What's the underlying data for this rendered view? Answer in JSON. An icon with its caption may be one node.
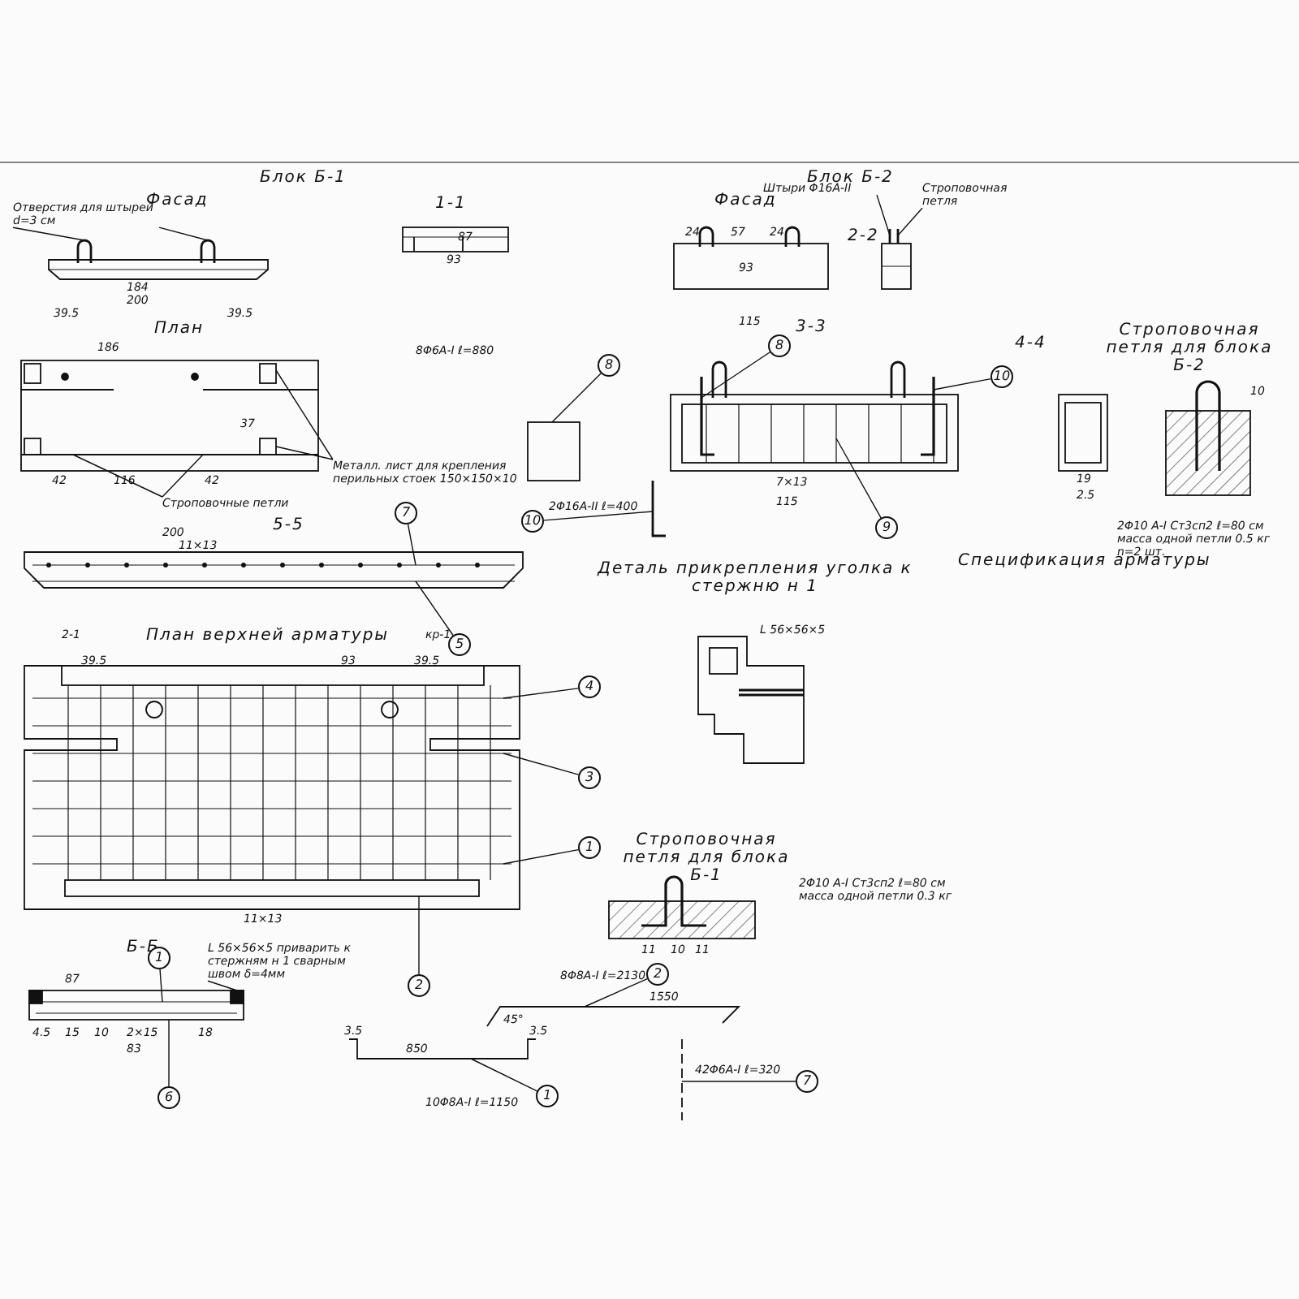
{
  "diagram": {
    "nodes": [
      {
        "text": [
          "Отверстия для штырей d=3 см"
        ]
      },
      {
        "text": [
          "Металл. лист для крепления перильных стоек 150×150×10"
        ]
      },
      {
        "text": [
          "Строповочные петли"
        ]
      },
      {
        "text": [
          "Строповочная петля"
        ]
      },
      {
        "text": [
          "L 56×56×5 приварить к стержням н 1 сварным швом δ=4мм"
        ]
      },
      {
        "text": [
          "8"
        ]
      },
      {
        "text": [
          "8"
        ]
      },
      {
        "text": [
          "10"
        ]
      },
      {
        "text": [
          "9"
        ]
      },
      {
        "text": [
          "10"
        ]
      },
      {
        "text": [
          "7"
        ]
      },
      {
        "text": [
          "5"
        ]
      },
      {
        "text": [
          "4"
        ]
      },
      {
        "text": [
          "3"
        ]
      },
      {
        "text": [
          "1"
        ]
      },
      {
        "text": [
          "2"
        ]
      },
      {
        "text": [
          "1"
        ]
      },
      {
        "text": [
          "6"
        ]
      },
      {
        "text": [
          "2"
        ]
      },
      {
        "text": [
          "1"
        ]
      },
      {
        "text": [
          "7"
        ]
      },
      {
        "text": [
          "Штыри Φ16А-II"
        ]
      },
      {
        "text": [],
        "shape": "picture"
      },
      {
        "text": [],
        "shape": "picture"
      },
      {
        "text": [],
        "shape": "picture"
      },
      {
        "text": [],
        "shape": "box"
      },
      {
        "text": [],
        "shape": "picture"
      },
      {
        "text": [],
        "shape": "picture"
      },
      {
        "text": [],
        "shape": "picture"
      },
      {
        "text": [],
        "shape": "picture"
      },
      {
        "text": [],
        "shape": "picture"
      },
      {
        "text": [],
        "shape": "picture"
      },
      {
        "text": [],
        "shape": "picture"
      },
      {
        "text": [],
        "shape": "picture"
      }
    ],
    "edges": [
      {
        "from": 0,
        "to": 22,
        "arrow": "none"
      },
      {
        "from": 0,
        "to": 22,
        "arrow": "none"
      },
      {
        "from": 1,
        "to": 23,
        "arrow": "none"
      },
      {
        "from": 1,
        "to": 23,
        "arrow": "none"
      },
      {
        "from": 2,
        "to": 23,
        "arrow": "none"
      },
      {
        "from": 2,
        "to": 23,
        "arrow": "none"
      },
      {
        "from": 3,
        "to": 24,
        "arrow": "none"
      },
      {
        "from": 4,
        "to": 30,
        "arrow": "none"
      },
      {
        "from": 5,
        "to": 25,
        "arrow": "none"
      },
      {
        "from": 6,
        "to": 26,
        "arrow": "none"
      },
      {
        "from": 7,
        "to": 26,
        "arrow": "none"
      },
      {
        "from": 8,
        "to": 26,
        "arrow": "none"
      },
      {
        "from": 9,
        "to": 27,
        "arrow": "none"
      },
      {
        "from": 10,
        "to": 28,
        "arrow": "none"
      },
      {
        "from": 11,
        "to": 28,
        "arrow": "none"
      },
      {
        "from": 12,
        "to": 29,
        "arrow": "none"
      },
      {
        "from": 13,
        "to": 29,
        "arrow": "none"
      },
      {
        "from": 14,
        "to": 29,
        "arrow": "none"
      },
      {
        "from": 15,
        "to": 29,
        "arrow": "none"
      },
      {
        "from": 16,
        "to": 30,
        "arrow": "none"
      },
      {
        "from": 17,
        "to": 30,
        "arrow": "none"
      },
      {
        "from": 18,
        "to": 31,
        "arrow": "none"
      },
      {
        "from": 19,
        "to": 32,
        "arrow": "none"
      },
      {
        "from": 20,
        "to": 33,
        "arrow": "none"
      },
      {
        "from": 21,
        "to": 24,
        "arrow": "none"
      }
    ],
    "labels": [
      "Блок Б-1",
      "Фасад",
      "1-1",
      "Блок Б-2",
      "Фасад",
      "2-2",
      "План",
      "3-3",
      "5-5",
      "План верхней арматуры",
      "Деталь прикрепления уголка к стержню н 1",
      "Спецификация арматуры",
      "Строповочная петля для блока Б-2",
      "Строповочная петля для блока Б-1",
      "Б-Б",
      "4-4",
      "200",
      "184",
      "39.5",
      "39.5",
      "186",
      "42",
      "116",
      "42",
      "37",
      "93",
      "87",
      "24",
      "57",
      "24",
      "93",
      "115",
      "7×13",
      "115",
      "200",
      "11×13",
      "39.5",
      "93",
      "39.5",
      "11×13",
      "87",
      "4.5",
      "15",
      "10",
      "2×15",
      "18",
      "83",
      "11",
      "10",
      "11",
      "850",
      "1550",
      "45°",
      "3.5",
      "3.5",
      "10",
      "19",
      "2.5",
      "8Φ6А-I ℓ=880",
      "2Φ16А-II ℓ=400",
      "L 56×56×5",
      "2Φ10 А-I Ст3сп2 ℓ=80 см масса одной петли 0.5 кг n=2 шт.",
      "2Φ10 А-I Ст3сп2 ℓ=80 см масса одной петли 0.3 кг",
      "8Φ8А-I ℓ=2130",
      "10Φ8А-I ℓ=1150",
      "42Φ6А-I ℓ=320",
      "2-1",
      "кр-1"
    ]
  }
}
